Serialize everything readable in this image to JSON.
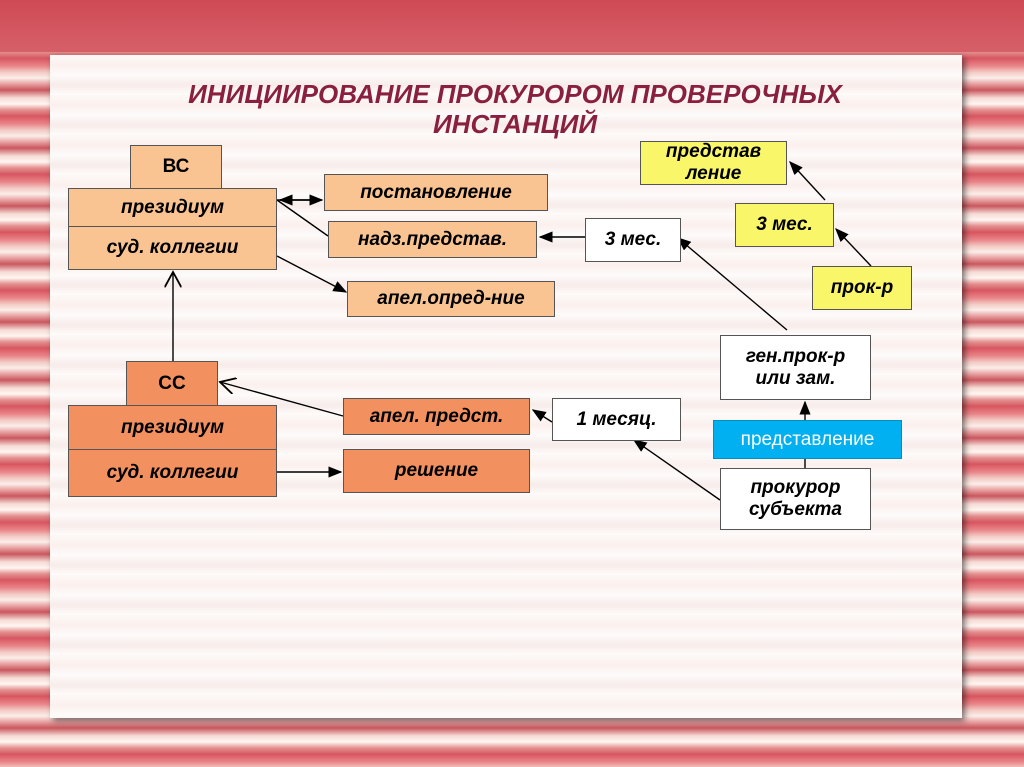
{
  "title": "ИНИЦИИРОВАНИЕ ПРОКУРОРОМ ПРОВЕРОЧНЫХ ИНСТАНЦИЙ",
  "vs": {
    "name": "ВС",
    "presidium": "президиум",
    "colleges": "суд. коллегии"
  },
  "ss": {
    "name": "СС",
    "presidium": "президиум",
    "colleges": "суд. коллегии"
  },
  "outcomes": {
    "postanovlenie": "постановление",
    "nadz": "надз.представ.",
    "apel_opred": "апел.опред-ние",
    "apel_predst": "апел. предст.",
    "reshenie": "решение"
  },
  "terms": {
    "three_months": "3 мес.",
    "one_month": "1 месяц."
  },
  "prosecutors": {
    "gen": "ген.прок-р или зам.",
    "subject": "прокурор субъекта",
    "submission": "представление"
  },
  "legend": {
    "predstavlenie": "представ ление",
    "three_months": "3 мес.",
    "prok": "прок-р"
  }
}
